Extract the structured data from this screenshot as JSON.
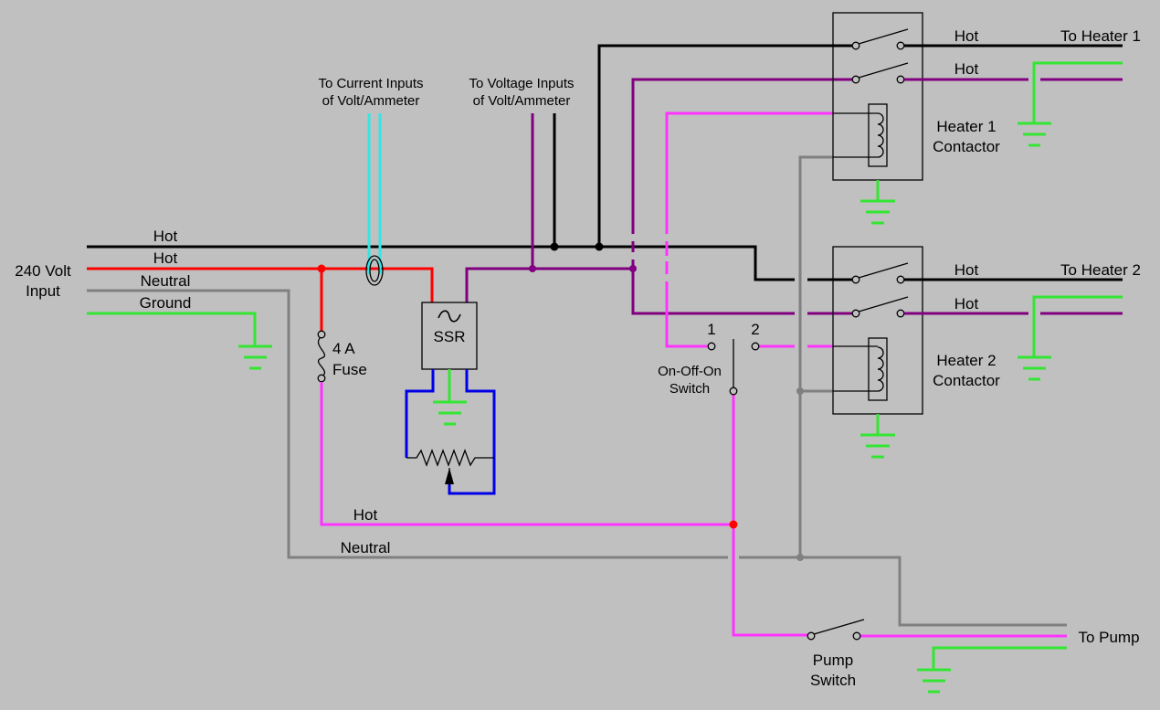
{
  "colors": {
    "background": "#c0c0c0",
    "hot_black": "#000000",
    "hot_red": "#ff0000",
    "neutral": "#808080",
    "ground": "#33e633",
    "switched": "#ff33ff",
    "voltage_sense": "#800080",
    "current_sense": "#33e6e6",
    "pot_loop": "#0000e6"
  },
  "input": {
    "line1": "240 Volt",
    "line2": "Input"
  },
  "lines": {
    "hot_black": "Hot",
    "hot_red": "Hot",
    "neutral": "Neutral",
    "ground": "Ground",
    "switched_hot": "Hot",
    "neutral_bottom": "Neutral"
  },
  "current_inputs": {
    "line1": "To Current Inputs",
    "line2": "of Volt/Ammeter"
  },
  "voltage_inputs": {
    "line1": "To Voltage Inputs",
    "line2": "of Volt/Ammeter"
  },
  "fuse": {
    "line1": "4 A",
    "line2": "Fuse"
  },
  "ssr": {
    "label": "SSR"
  },
  "switch": {
    "pos1": "1",
    "pos2": "2",
    "line1": "On-Off-On",
    "line2": "Switch"
  },
  "heater1": {
    "hot_a": "Hot",
    "hot_b": "Hot",
    "to": "To Heater 1",
    "contactor_line1": "Heater 1",
    "contactor_line2": "Contactor"
  },
  "heater2": {
    "hot_a": "Hot",
    "hot_b": "Hot",
    "to": "To Heater 2",
    "contactor_line1": "Heater 2",
    "contactor_line2": "Contactor"
  },
  "pump": {
    "to": "To Pump",
    "switch_line1": "Pump",
    "switch_line2": "Switch"
  }
}
